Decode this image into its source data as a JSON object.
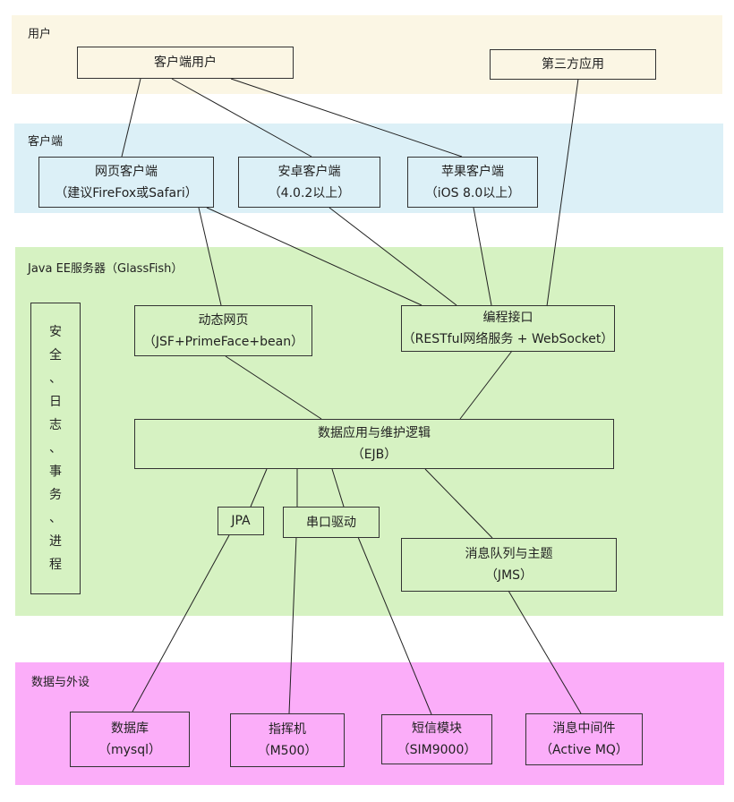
{
  "bands": {
    "users": {
      "title": "用户",
      "color": "#fbf6e4"
    },
    "clients": {
      "title": "客户端",
      "color": "#dcf0f7"
    },
    "server": {
      "title": "Java EE服务器（GlassFish）",
      "color": "#d6f2c2"
    },
    "data": {
      "title": "数据与外设",
      "color": "#fbadf9"
    }
  },
  "nodes": {
    "client_user": {
      "line1": "客户端用户"
    },
    "third_party": {
      "line1": "第三方应用"
    },
    "web_client": {
      "line1": "网页客户端",
      "line2": "（建议FireFox或Safari）"
    },
    "android_client": {
      "line1": "安卓客户端",
      "line2": "（4.0.2以上）"
    },
    "ios_client": {
      "line1": "苹果客户端",
      "line2": "（iOS 8.0以上）"
    },
    "dynamic_pages": {
      "line1": "动态网页",
      "line2": "（JSF+PrimeFace+bean）"
    },
    "api": {
      "line1": "编程接口",
      "line2": "（RESTful网络服务 + WebSocket）"
    },
    "logic": {
      "line1": "数据应用与维护逻辑",
      "line2": "（EJB）"
    },
    "jpa": {
      "line1": "JPA"
    },
    "serial": {
      "line1": "串口驱动"
    },
    "jms": {
      "line1": "消息队列与主题",
      "line2": "（JMS）"
    },
    "database": {
      "line1": "数据库",
      "line2": "（mysql）"
    },
    "command": {
      "line1": "指挥机",
      "line2": "（M500）"
    },
    "sms": {
      "line1": "短信模块",
      "line2": "（SIM9000）"
    },
    "mq": {
      "line1": "消息中间件",
      "line2": "（Active MQ）"
    }
  },
  "side_box": {
    "chars": [
      "安",
      "全",
      "、",
      "日",
      "志",
      "、",
      "事",
      "务",
      "、",
      "进",
      "程"
    ]
  }
}
